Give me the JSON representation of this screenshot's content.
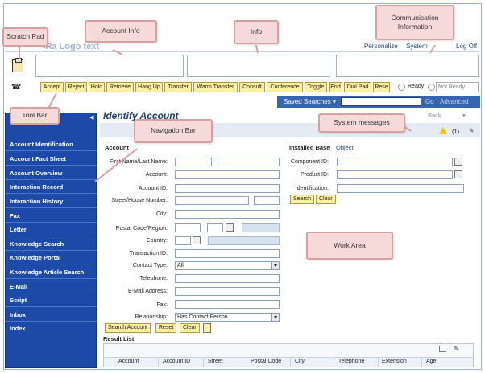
{
  "header": {
    "logo_text": "<Ra Logo text",
    "links": [
      "Personalize",
      "System",
      "Log Off"
    ]
  },
  "toolbar": {
    "buttons": [
      "Accept",
      "Reject",
      "Hold",
      "Retrieve",
      "Hang Up",
      "Transfer",
      "Warm Transfer",
      "Consult",
      "Conference",
      "Toggle",
      "End",
      "Dial Pad",
      "Rese"
    ],
    "ready_label": "Ready",
    "not_ready_value": "Not Ready"
  },
  "saved_searches": {
    "label": "Saved Searches ▾",
    "go": "Go",
    "advanced": "Advanced"
  },
  "nav": {
    "items": [
      "Account Identification",
      "Account Fact Sheet",
      "Account Overview",
      "Interaction Record",
      "Interaction History",
      "Fax",
      "Letter",
      "Knowledge Search",
      "Knowledge Portal",
      "Knowledge Article Search",
      "E-Mail",
      "Script",
      "Inbox",
      "Index"
    ]
  },
  "main": {
    "title": "Identify Account",
    "back": "Back",
    "messages_count": "(1)"
  },
  "account": {
    "heading": "Account",
    "labels": [
      "First Name/Last Name:",
      "Account:",
      "Account ID:",
      "Street/House Number:",
      "City:",
      "Postal Code/Region:",
      "Country:",
      "Transaction ID:",
      "Contact Type:",
      "Telephone:",
      "E-Mail Address:",
      "Fax:",
      "Relationship:"
    ],
    "contact_type_value": "All",
    "relationship_value": "Has Contact Person",
    "buttons": [
      "Search Account",
      "Reset",
      "Clear"
    ]
  },
  "installed_base": {
    "heading": "Installed Base",
    "tab": "Object",
    "labels": [
      "Component ID:",
      "Product ID:",
      "Identification:"
    ],
    "buttons": [
      "Search",
      "Clear"
    ]
  },
  "result_list": {
    "heading": "Result List",
    "columns": [
      "Account",
      "Account ID",
      "Street",
      "Postal Code",
      "City",
      "Telephone",
      "Extension",
      "Age"
    ]
  },
  "callouts": {
    "scratch_pad": "Scratch Pad",
    "account_info": "Account Info",
    "info": "Info",
    "communication_info": "Communication\nInformation",
    "tool_bar": "Tool Bar",
    "navigation_bar": "Navigation Bar",
    "system_messages": "System messages",
    "work_area": "Work Area"
  },
  "colors": {
    "nav_bg": "#1d4aa8",
    "callout_bg": "#f6dada",
    "button_bg": "#fdf0a0"
  }
}
